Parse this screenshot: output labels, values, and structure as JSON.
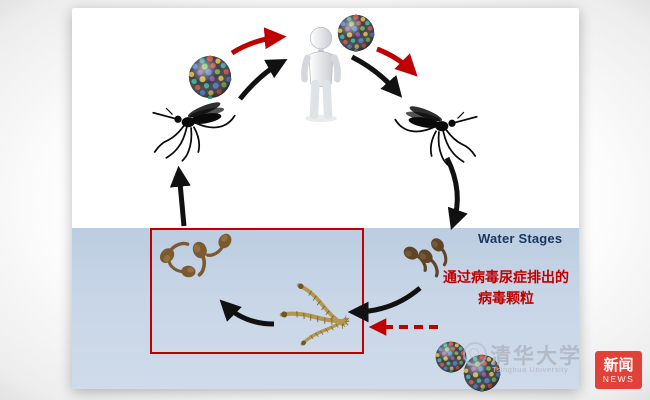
{
  "page": {
    "water_label": "Water Stages",
    "annotation": {
      "line1": "通过病毒尿症排出的",
      "line2": "病毒颗粒"
    },
    "watermark": {
      "cn": "清华大学",
      "en": "Tsinghua University"
    },
    "badge": {
      "cn": "新闻",
      "en": "NEWS"
    },
    "icons": {
      "virus": "virus-particle-sphere",
      "mosquito": "mosquito-silhouette",
      "human": "human-figure-3d",
      "pupae": "mosquito-pupa",
      "larvae": "mosquito-larva",
      "seal": "tsinghua-seal"
    },
    "colors": {
      "water_fill": "#c5d4e5",
      "water_label_navy": "#17375e",
      "annotation_red": "#c00000",
      "highlight_box_red": "#c00000",
      "transmission_arrow_red": "#cc0000",
      "cycle_arrow_black": "#111111",
      "badge_red": "#e2342b"
    }
  }
}
